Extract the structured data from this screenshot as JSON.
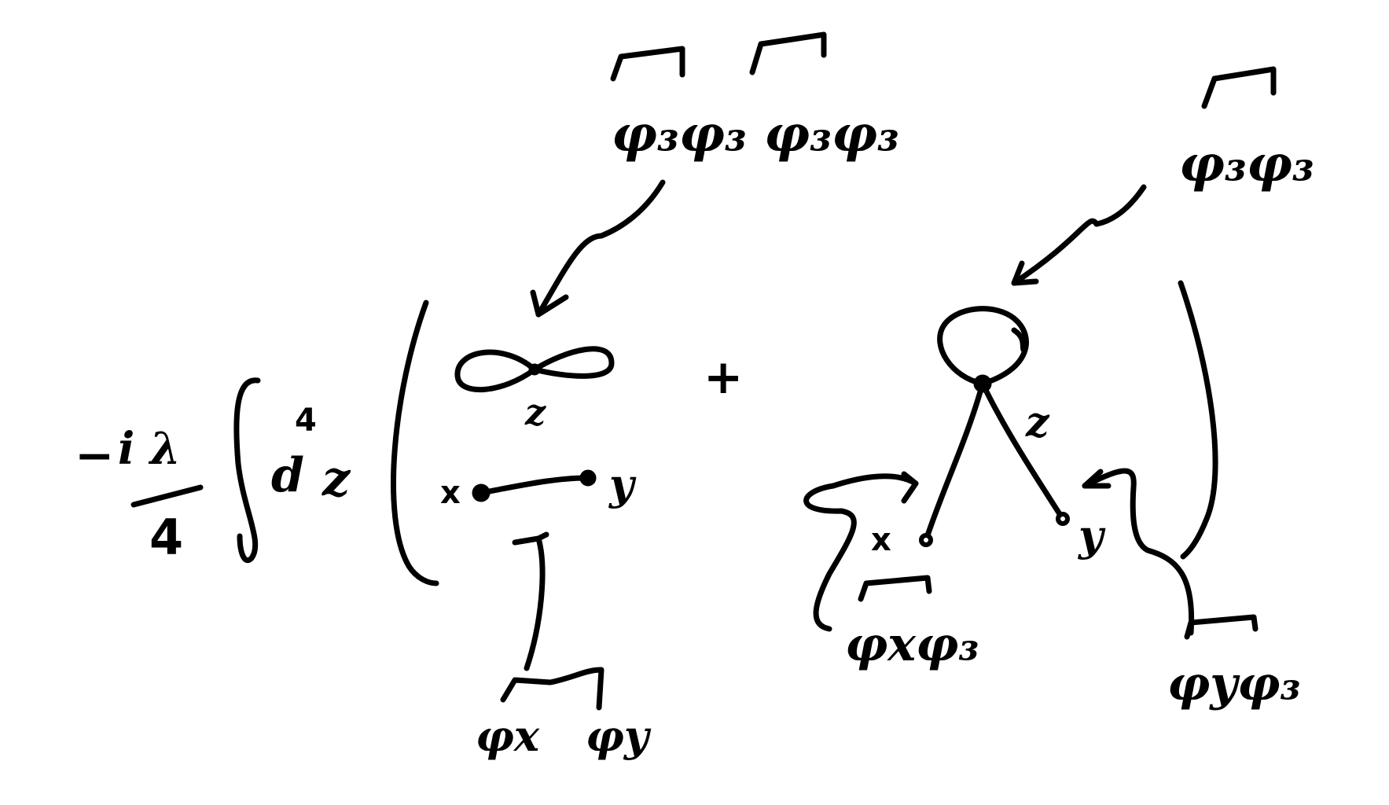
{
  "ink_color": "#000000",
  "background_color": "#ffffff",
  "prefactor": {
    "sign": "−",
    "numerator": "i λ",
    "denominator": "4"
  },
  "integral": {
    "symbol": "∫",
    "measure": "d",
    "power": "4",
    "variable": "z"
  },
  "plus": "+",
  "term1": {
    "vertex_label": "z",
    "endpoint_left": "x",
    "endpoint_right": "y",
    "top_annotation": "φ₃φ₃ φ₃φ₃",
    "bottom_annotation_left": "φx",
    "bottom_annotation_right": "φy"
  },
  "term2": {
    "vertex_label": "z",
    "endpoint_left": "x",
    "endpoint_right": "y",
    "top_annotation": "φ₃φ₃",
    "left_annotation": "φxφ₃",
    "right_annotation": "φyφ₃"
  }
}
